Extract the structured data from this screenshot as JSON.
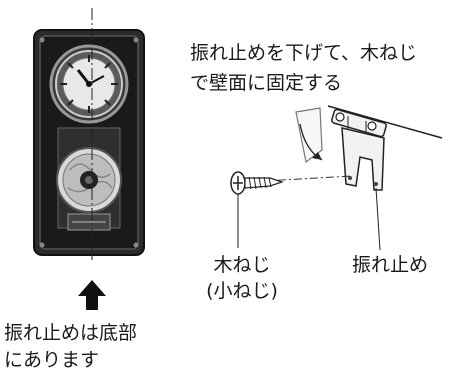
{
  "instruction": {
    "line1": "振れ止めを下げて、木ねじ",
    "line2": "で壁面に固定する"
  },
  "labels": {
    "screw_line1": "木ねじ",
    "screw_line2": "(小ねじ)",
    "stopper": "振れ止め"
  },
  "bottom_note": {
    "line1": "振れ止めは底部",
    "line2": "にあります"
  }
}
